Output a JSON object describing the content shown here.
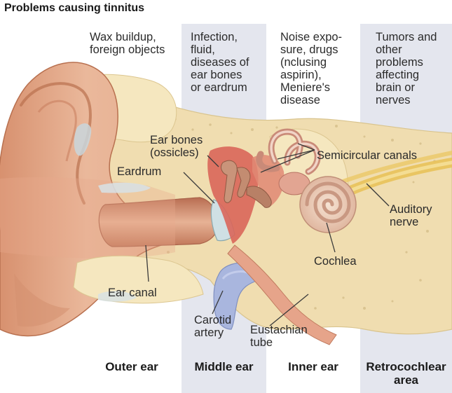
{
  "title": "Problems causing tinnitus",
  "causes": {
    "outer": "Wax buildup,\nforeign objects",
    "middle": "Infection,\nfluid,\ndiseases of\near bones\nor eardrum",
    "inner": "Noise expo-\nsure, drugs\n(nclusing\naspirin),\nMeniere's\ndisease",
    "retro": "Tumors and\nother\nproblems\naffecting\nbrain or\nnerves"
  },
  "labels": {
    "ear_bones": "Ear bones\n(ossicles)",
    "eardrum": "Eardrum",
    "semicircular": "Semicircular canals",
    "auditory_nerve": "Auditory\nnerve",
    "cochlea": "Cochlea",
    "ear_canal": "Ear canal",
    "carotid": "Carotid\nartery",
    "eustachian": "Eustachian\ntube"
  },
  "regions": {
    "outer": "Outer ear",
    "middle": "Middle ear",
    "inner": "Inner ear",
    "retro": "Retrocochlear\narea"
  },
  "colors": {
    "band": "#e4e6ee",
    "skin": "#e9b79a",
    "skin_dark": "#c98363",
    "bone": "#f1e0b4",
    "tissue_red": "#d9665a",
    "vessel_blue": "#a9b6de",
    "nerve": "#e8c25a"
  }
}
